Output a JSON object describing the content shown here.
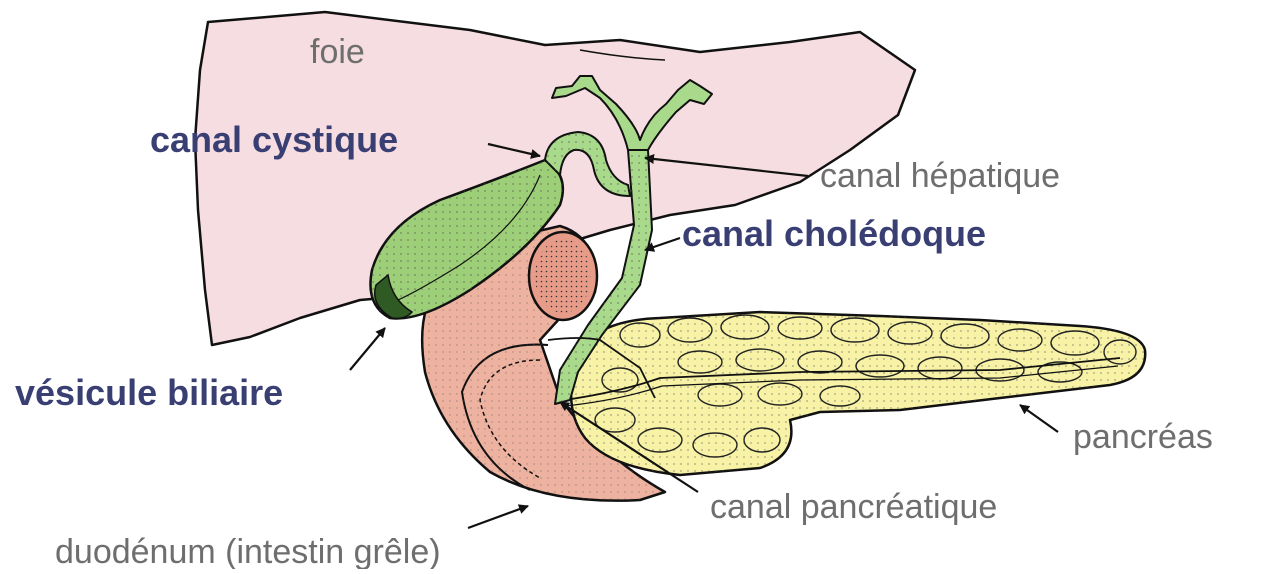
{
  "labels": {
    "foie": "foie",
    "canal_cystique": "canal cystique",
    "canal_hepatique": "canal hépatique",
    "canal_choledoque": "canal cholédoque",
    "vesicule_biliaire": "vésicule biliaire",
    "pancreas": "pancréas",
    "canal_pancreatique": "canal pancréatique",
    "duodenum": "duodénum (intestin grêle)"
  },
  "colors": {
    "liver": "#f6dde1",
    "gallbladder": "#9ccf78",
    "bile_duct": "#a9d98a",
    "duodenum": "#eeb2a0",
    "pancreas": "#f7f2a6",
    "outline": "#111111",
    "label_primary": "#3a3f73",
    "label_secondary": "#6e6e6e"
  }
}
